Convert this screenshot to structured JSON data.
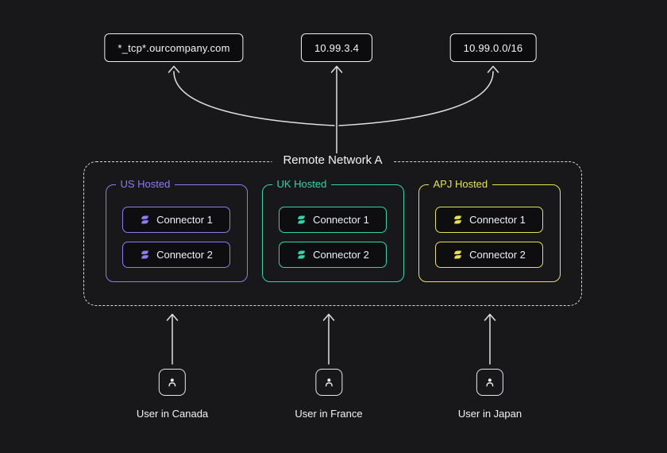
{
  "canvas": {
    "bg": "#18181b",
    "line_color": "#e0e0e0"
  },
  "endpoints": [
    {
      "label": "*_tcp*.ourcompany.com"
    },
    {
      "label": "10.99.3.4"
    },
    {
      "label": "10.99.0.0/16"
    }
  ],
  "network": {
    "title": "Remote Network A",
    "groups": [
      {
        "name": "US Hosted",
        "color": "#8d7bf0",
        "connectors": [
          "Connector 1",
          "Connector 2"
        ]
      },
      {
        "name": "UK Hosted",
        "color": "#2fd6a7",
        "connectors": [
          "Connector 1",
          "Connector 2"
        ]
      },
      {
        "name": "APJ Hosted",
        "color": "#e5e24c",
        "connectors": [
          "Connector 1",
          "Connector 2"
        ]
      }
    ]
  },
  "users": [
    {
      "label": "User in Canada"
    },
    {
      "label": "User in France"
    },
    {
      "label": "User in Japan"
    }
  ]
}
